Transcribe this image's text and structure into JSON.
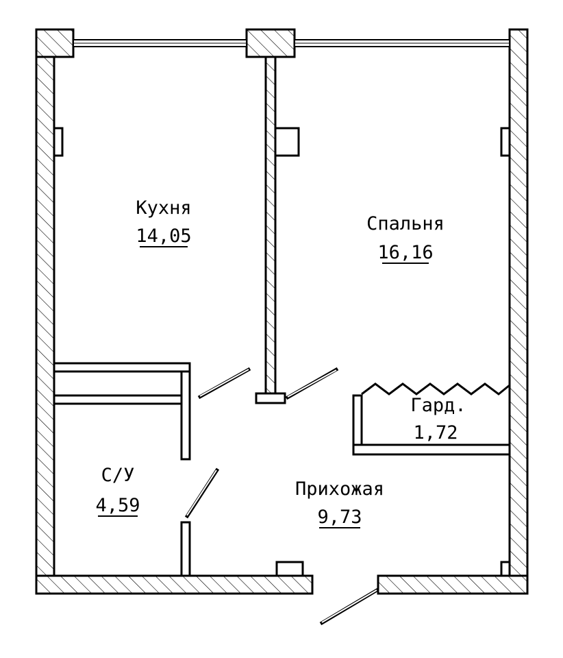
{
  "rooms": {
    "kitchen": {
      "label": "Кухня",
      "area": "14,05"
    },
    "bedroom": {
      "label": "Спальня",
      "area": "16,16"
    },
    "wardrobe": {
      "label": "Гард.",
      "area": "1,72"
    },
    "bathroom": {
      "label": "С/У",
      "area": "4,59"
    },
    "hallway": {
      "label": "Прихожая",
      "area": "9,73"
    }
  }
}
